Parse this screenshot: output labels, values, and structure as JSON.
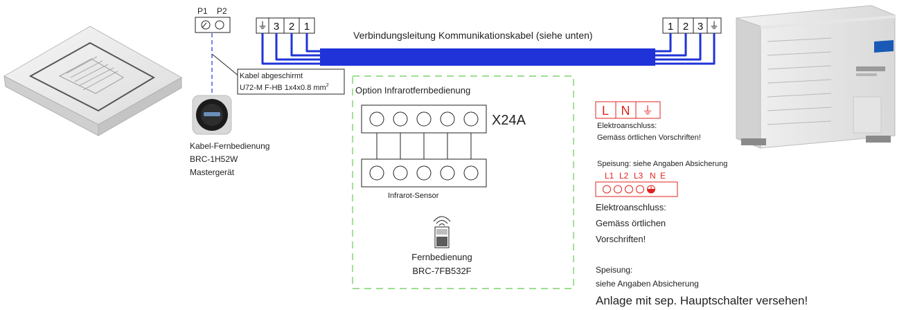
{
  "terminal_p": {
    "left": "P1",
    "right": "P2"
  },
  "indoor_terminal": {
    "cells": [
      "⏚",
      "3",
      "2",
      "1"
    ]
  },
  "outdoor_terminal": {
    "cells": [
      "1",
      "2",
      "3",
      "⏚"
    ]
  },
  "comm_cable_label": "Verbindungsleitung Kommunikationskabel (siehe unten)",
  "cable_box": {
    "line1": "Kabel abgeschirmt",
    "line2": "U72-M F-HB 1x4x0.8 mm",
    "superscript": "2"
  },
  "remote_wired": {
    "name": "Kabel-Fernbedienung",
    "model": "BRC-1H52W",
    "role": "Mastergerät"
  },
  "ir_option": {
    "title": "Option Infrarotfernbedienung",
    "connector": "X24A",
    "sensor_label": "Infrarot-Sensor",
    "remote_name": "Fernbedienung",
    "remote_model": "BRC-7FB532F"
  },
  "power_indoor": {
    "cells": [
      "L",
      "N",
      "⏚"
    ],
    "label": "Elektroanschluss:",
    "note": "Gemäss örtlichen Vorschriften!"
  },
  "power_outdoor": {
    "supply": "Speisung: siehe Angaben Absicherung",
    "phases": [
      "L1",
      "L2",
      "L3",
      "N",
      "E"
    ],
    "label": "Elektroanschluss:",
    "note_lines": [
      "Gemäss örtlichen",
      "Vorschriften!"
    ]
  },
  "footer": {
    "supply_label": "Speisung:",
    "supply_note": "siehe Angaben Absicherung",
    "main_switch": "Anlage mit sep. Hauptschalter versehen!"
  },
  "colors": {
    "cable": "#1f33d8",
    "ir_border": "#7dd36b",
    "power_red": "#e0231f"
  },
  "icons": [
    "ceiling-cassette-unit",
    "wired-remote-controller",
    "outdoor-unit",
    "infrared-remote"
  ]
}
